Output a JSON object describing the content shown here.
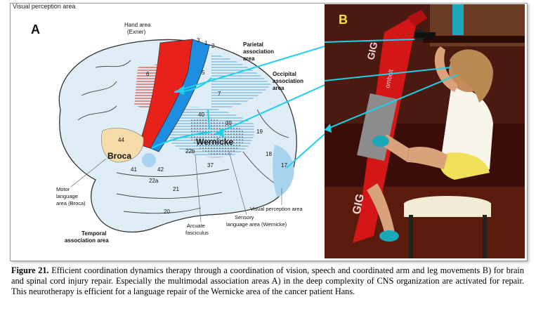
{
  "top_label": "Visual perception area",
  "panel_a": {
    "letter": "A",
    "labels": {
      "hand_area": "Hand area",
      "exner": "(Exner)",
      "parietal": "Parietal",
      "parietal_assoc": "association",
      "parietal_area": "area",
      "occipital": "Occipital",
      "occipital_assoc": "association",
      "occipital_area": "area",
      "broca": "Broca",
      "wernicke": "Wernicke",
      "motor1": "Motor",
      "motor2": "language",
      "motor3": "area (Broca)",
      "temporal1": "Temporal",
      "temporal2": "association area",
      "arcuate1": "Arcuate",
      "arcuate2": "fasciculus",
      "sensory1": "Sensory",
      "sensory2": "language area (Wernicke)",
      "visual": "Visual perception area"
    },
    "numbers": [
      "3",
      "1",
      "2",
      "6",
      "5",
      "7",
      "40",
      "39",
      "44",
      "22b",
      "41",
      "42",
      "37",
      "22a",
      "21",
      "19",
      "18",
      "17",
      "20"
    ]
  },
  "panel_b": {
    "letter": "B",
    "bike_text": "GIG",
    "bike_text2": "GIG",
    "bike_brand": "ombolt"
  },
  "caption": {
    "figure_label": "Figure 21.",
    "text": " Efficient coordination dynamics therapy through a coordination of vision, speech and coordinated arm and leg movements B) for brain and spinal cord injury repair. Especially the multimodal association areas A) in the deep complexity of CNS organization are activated for repair. This neurotherapy is efficient for a language repair of the Wernicke area of the cancer patient Hans."
  },
  "colors": {
    "brain_fill": "#dfeef6",
    "motor_red": "#e8221a",
    "sensory_blue": "#1e8ee0",
    "broca_fill": "#f5dca8",
    "arrow_cyan": "#1ed0e8",
    "panel_b_bg": "#3a0d08"
  }
}
